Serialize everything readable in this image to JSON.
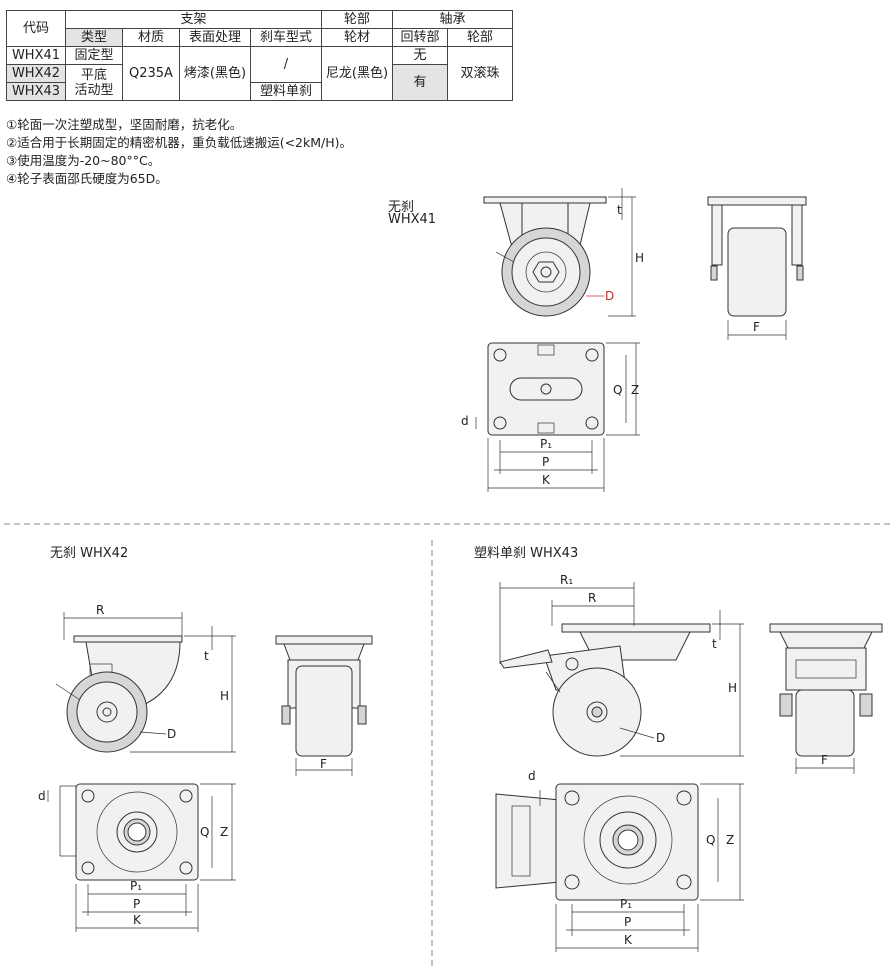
{
  "table": {
    "col_code": "代码",
    "group_bracket": "支架",
    "group_wheel": "轮部",
    "group_bearing": "轴承",
    "h_type": "类型",
    "h_material": "材质",
    "h_surface": "表面处理",
    "h_brake": "刹车型式",
    "h_wheel_material": "轮材",
    "h_swivel": "回转部",
    "h_wheel_part": "轮部",
    "rows": [
      {
        "code": "WHX41",
        "type": "固定型",
        "swivel": "无"
      },
      {
        "code": "WHX42",
        "type": "平底"
      },
      {
        "code": "WHX43",
        "type": "活动型",
        "brake": "塑料单刹"
      }
    ],
    "material": "Q235A",
    "surface": "烤漆(黑色)",
    "brake_none": "/",
    "wheel_material": "尼龙(黑色)",
    "swivel_yes": "有",
    "bearing_wheel": "双滚珠"
  },
  "notes": [
    "①轮面一次注塑成型，坚固耐磨，抗老化。",
    "②适合用于长期固定的精密机器，重负载低速搬运(<2kM/H)。",
    "③使用温度为-20~80°°C。",
    "④轮子表面邵氏硬度为65D。"
  ],
  "sections": {
    "whx41_brake": "无刹",
    "whx41_code": "WHX41",
    "whx42_title": "无刹  WHX42",
    "whx43_title": "塑料单刹  WHX43"
  },
  "dims": {
    "H": "H",
    "t": "t",
    "D": "D",
    "F": "F",
    "Q": "Q",
    "Z": "Z",
    "d": "d",
    "P": "P",
    "P1": "P₁",
    "K": "K",
    "R": "R",
    "R1": "R₁"
  },
  "colors": {
    "dim_highlight": "#c0302a",
    "table_shade": "#e4e4e4"
  }
}
